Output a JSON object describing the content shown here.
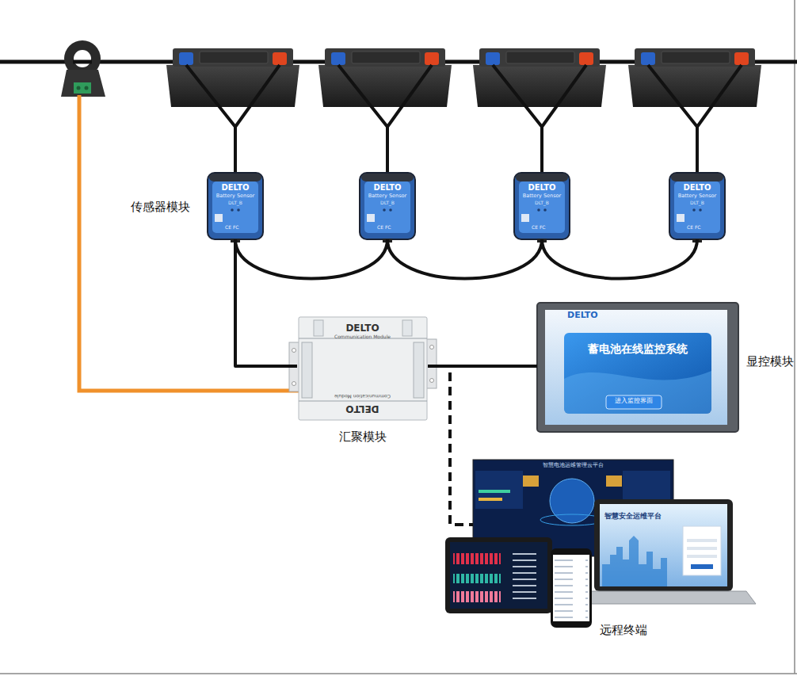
{
  "diagram": {
    "nodes": [
      {
        "text": [
          "DELTO",
          "Battery Sensor",
          "DLT_B",
          "CE FC"
        ]
      },
      {
        "text": [
          "DELTO",
          "Battery Sensor",
          "DLT_B",
          "CE FC"
        ]
      },
      {
        "text": [
          "DELTO",
          "Battery Sensor",
          "DLT_B",
          "CE FC"
        ]
      },
      {
        "text": [
          "DELTO",
          "Battery Sensor",
          "DLT_B",
          "CE FC"
        ]
      },
      {
        "text": [
          "DELTO",
          "Communication Module",
          "Communication Module",
          "DELTO",
          "汇聚模块"
        ]
      },
      {
        "text": [
          "DELTO",
          "蓄电池在线监控系统",
          "进入监控界面",
          "显控模块"
        ]
      },
      {
        "text": [
          "智慧电池运维管理云平台",
          "智慧安全运维平台",
          "远程终端"
        ]
      }
    ],
    "edges": [
      {
        "from": 0,
        "to": 1,
        "arrow": "none"
      },
      {
        "from": 1,
        "to": 2,
        "arrow": "none"
      },
      {
        "from": 2,
        "to": 3,
        "arrow": "none"
      },
      {
        "from": 0,
        "to": 4,
        "arrow": "none"
      },
      {
        "from": 4,
        "to": 5,
        "arrow": "none"
      },
      {
        "from": 4,
        "to": 6,
        "arrow": "none"
      }
    ],
    "labels": [
      "传感器模块"
    ]
  }
}
